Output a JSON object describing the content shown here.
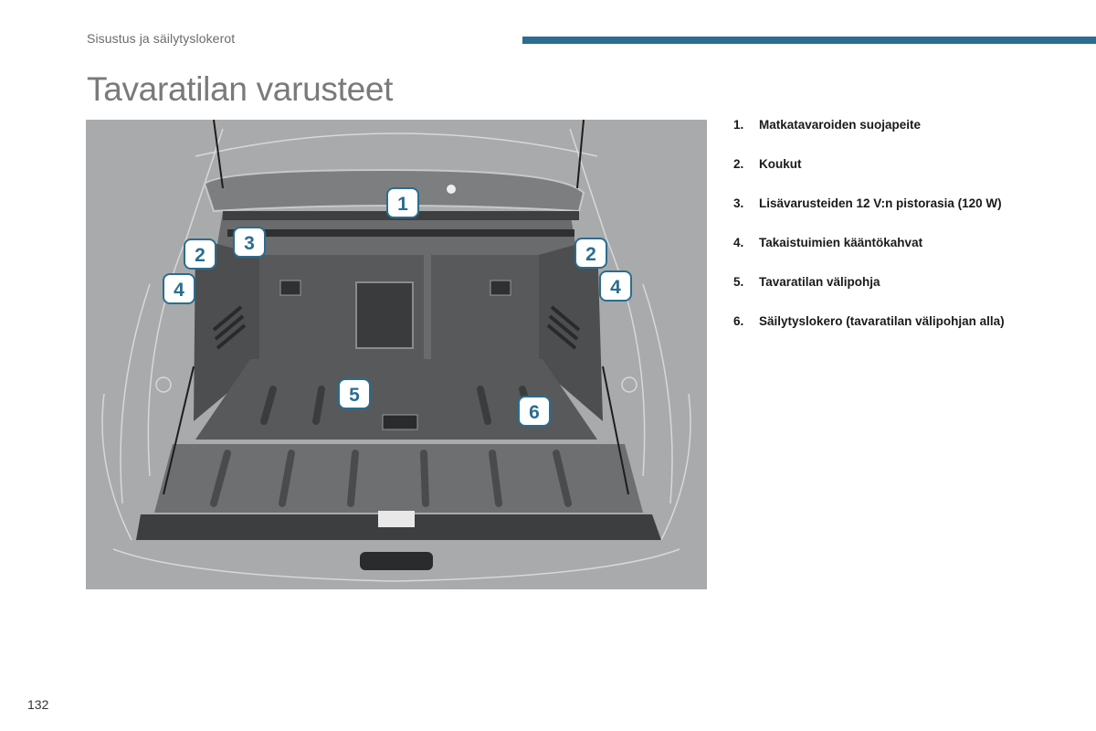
{
  "header": {
    "section": "Sisustus ja säilytyslokerot",
    "accent_color": "#2a6d90"
  },
  "title": "Tavaratilan varusteet",
  "figure": {
    "background": "#a9aaab",
    "callouts": [
      "1",
      "2",
      "3",
      "2",
      "4",
      "4",
      "5",
      "6"
    ]
  },
  "legend": [
    {
      "num": "1.",
      "text": "Matkatavaroiden suojapeite"
    },
    {
      "num": "2.",
      "text": "Koukut"
    },
    {
      "num": "3.",
      "text": "Lisävarusteiden 12 V:n pistorasia (120 W)"
    },
    {
      "num": "4.",
      "text": "Takaistuimien kääntökahvat"
    },
    {
      "num": "5.",
      "text": "Tavaratilan välipohja"
    },
    {
      "num": "6.",
      "text": "Säilytyslokero (tavaratilan välipohjan alla)"
    }
  ],
  "footer": {
    "page_number": "132"
  }
}
